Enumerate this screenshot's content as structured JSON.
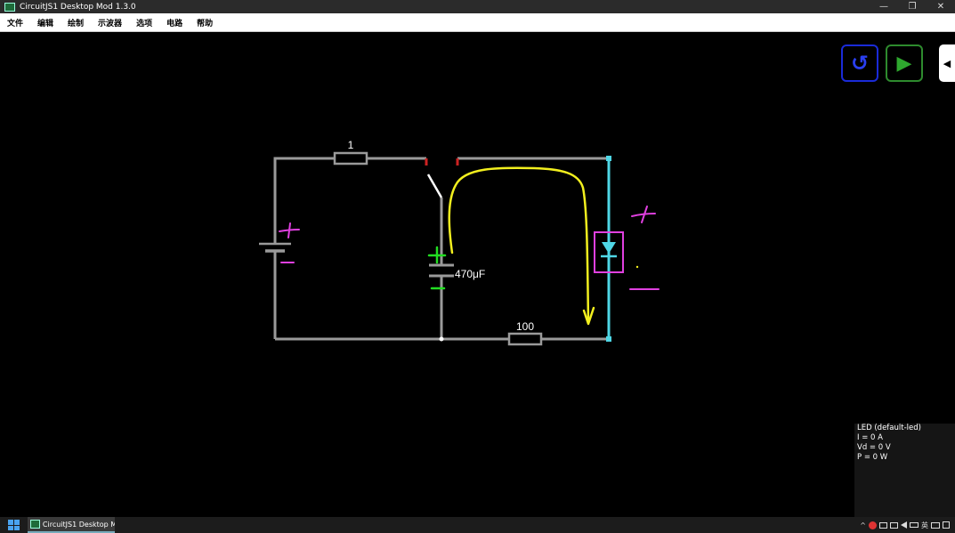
{
  "window": {
    "title": "CircuitJS1 Desktop Mod 1.3.0",
    "minimize_glyph": "—",
    "maximize_glyph": "❐",
    "close_glyph": "✕"
  },
  "menu": [
    "文件",
    "编辑",
    "绘制",
    "示波器",
    "选项",
    "电路",
    "帮助"
  ],
  "controls": {
    "reset_glyph": "↺",
    "run_glyph": "▶",
    "sidebar_glyph": "◀"
  },
  "circuit": {
    "resistor_top_label": "1",
    "resistor_bottom_label": "100",
    "capacitor_label": "470μF",
    "annotation_colors": {
      "pink": "#e040e0",
      "yellow": "#f2ef1e",
      "green": "#22dd22",
      "cyan": "#4fd7e6",
      "wire": "#9a9a9a"
    }
  },
  "info": {
    "lines": [
      "LED (default-led)",
      "I = 0 A",
      "Vd = 0 V",
      "P = 0 W"
    ]
  },
  "taskbar": {
    "app_label": "CircuitJS1 Desktop M...",
    "tray_chevron": "^",
    "tray_ime": "英"
  }
}
